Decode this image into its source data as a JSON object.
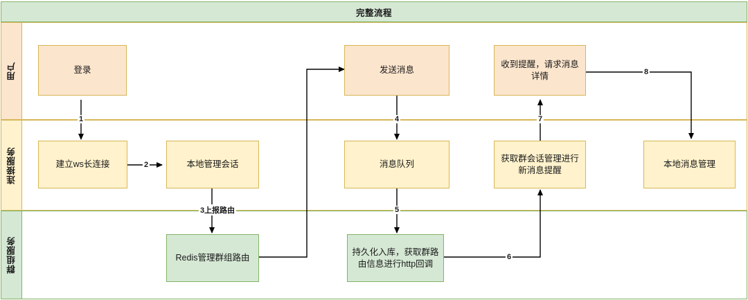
{
  "pool": {
    "title": "完整流程"
  },
  "lanes": [
    {
      "id": "user",
      "label": "用户"
    },
    {
      "id": "conn",
      "label": "连接服务"
    },
    {
      "id": "group",
      "label": "群组服务"
    }
  ],
  "nodes": [
    {
      "id": "login",
      "label": "登录",
      "lane": "user",
      "style": "orange"
    },
    {
      "id": "send-msg",
      "label": "发送消息",
      "lane": "user",
      "style": "orange"
    },
    {
      "id": "recv-notice",
      "label": "收到提醒，请求消息详情",
      "lane": "user",
      "style": "orange"
    },
    {
      "id": "ws-connect",
      "label": "建立ws长连接",
      "lane": "conn",
      "style": "yellow"
    },
    {
      "id": "local-session",
      "label": "本地管理会话",
      "lane": "conn",
      "style": "yellow"
    },
    {
      "id": "msg-queue",
      "label": "消息队列",
      "lane": "conn",
      "style": "yellow"
    },
    {
      "id": "group-session",
      "label": "获取群会话管理进行新消息提醒",
      "lane": "conn",
      "style": "yellow"
    },
    {
      "id": "local-msg",
      "label": "本地消息管理",
      "lane": "conn",
      "style": "yellow"
    },
    {
      "id": "redis-route",
      "label": "Redis管理群组路由",
      "lane": "group",
      "style": "green"
    },
    {
      "id": "persist-http",
      "label": "持久化入库，获取群路由信息进行http回调",
      "lane": "group",
      "style": "green"
    }
  ],
  "edges": [
    {
      "id": "e1",
      "label": "1",
      "from": "login",
      "to": "ws-connect"
    },
    {
      "id": "e2",
      "label": "2",
      "from": "ws-connect",
      "to": "local-session"
    },
    {
      "id": "e3",
      "label": "3上报路由",
      "from": "local-session",
      "to": "redis-route"
    },
    {
      "id": "e4",
      "label": "4",
      "from": "send-msg",
      "to": "msg-queue"
    },
    {
      "id": "e5",
      "label": "5",
      "from": "msg-queue",
      "to": "persist-http"
    },
    {
      "id": "e6",
      "label": "6",
      "from": "persist-http",
      "to": "group-session"
    },
    {
      "id": "e7",
      "label": "7",
      "from": "group-session",
      "to": "recv-notice"
    },
    {
      "id": "e8",
      "label": "8",
      "from": "recv-notice",
      "to": "local-msg"
    },
    {
      "id": "e9",
      "label": "",
      "from": "redis-route",
      "to": "send-msg"
    }
  ],
  "colors": {
    "orange_fill": "#FCE5CD",
    "yellow_fill": "#FFF2CC",
    "green_fill": "#D5E8D4",
    "yellow_border": "#D6B656",
    "green_border": "#82B366",
    "edge_stroke": "#000000"
  }
}
